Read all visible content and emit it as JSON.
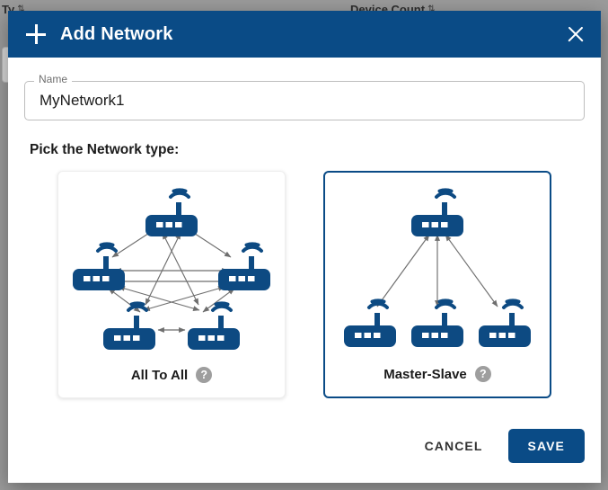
{
  "background": {
    "columns": [
      {
        "label": "Ty",
        "sort_icon": "sort-arrows-icon"
      },
      {
        "label": "Device Count",
        "sort_icon": "sort-arrows-icon"
      }
    ]
  },
  "dialog": {
    "title": "Add Network",
    "add_icon": "plus-icon",
    "close_icon": "close-icon",
    "name_field": {
      "label": "Name",
      "value": "MyNetwork1",
      "placeholder": "Name"
    },
    "section_heading": "Pick the Network type:",
    "network_types": [
      {
        "id": "all-to-all",
        "label": "All To All",
        "selected": false,
        "help_icon": "help-circle-icon",
        "help_glyph": "?",
        "node_count": 5,
        "topology": "mesh"
      },
      {
        "id": "master-slave",
        "label": "Master-Slave",
        "selected": true,
        "help_icon": "help-circle-icon",
        "help_glyph": "?",
        "node_count": 4,
        "topology": "star"
      }
    ],
    "actions": {
      "cancel_label": "CANCEL",
      "save_label": "SAVE"
    }
  },
  "colors": {
    "brand_blue": "#0a4b86",
    "router_blue": "#0d4a82",
    "arrow_gray": "#6e6e6e",
    "help_gray": "#9e9e9e",
    "overlay_gray": "#9b9b9b"
  }
}
